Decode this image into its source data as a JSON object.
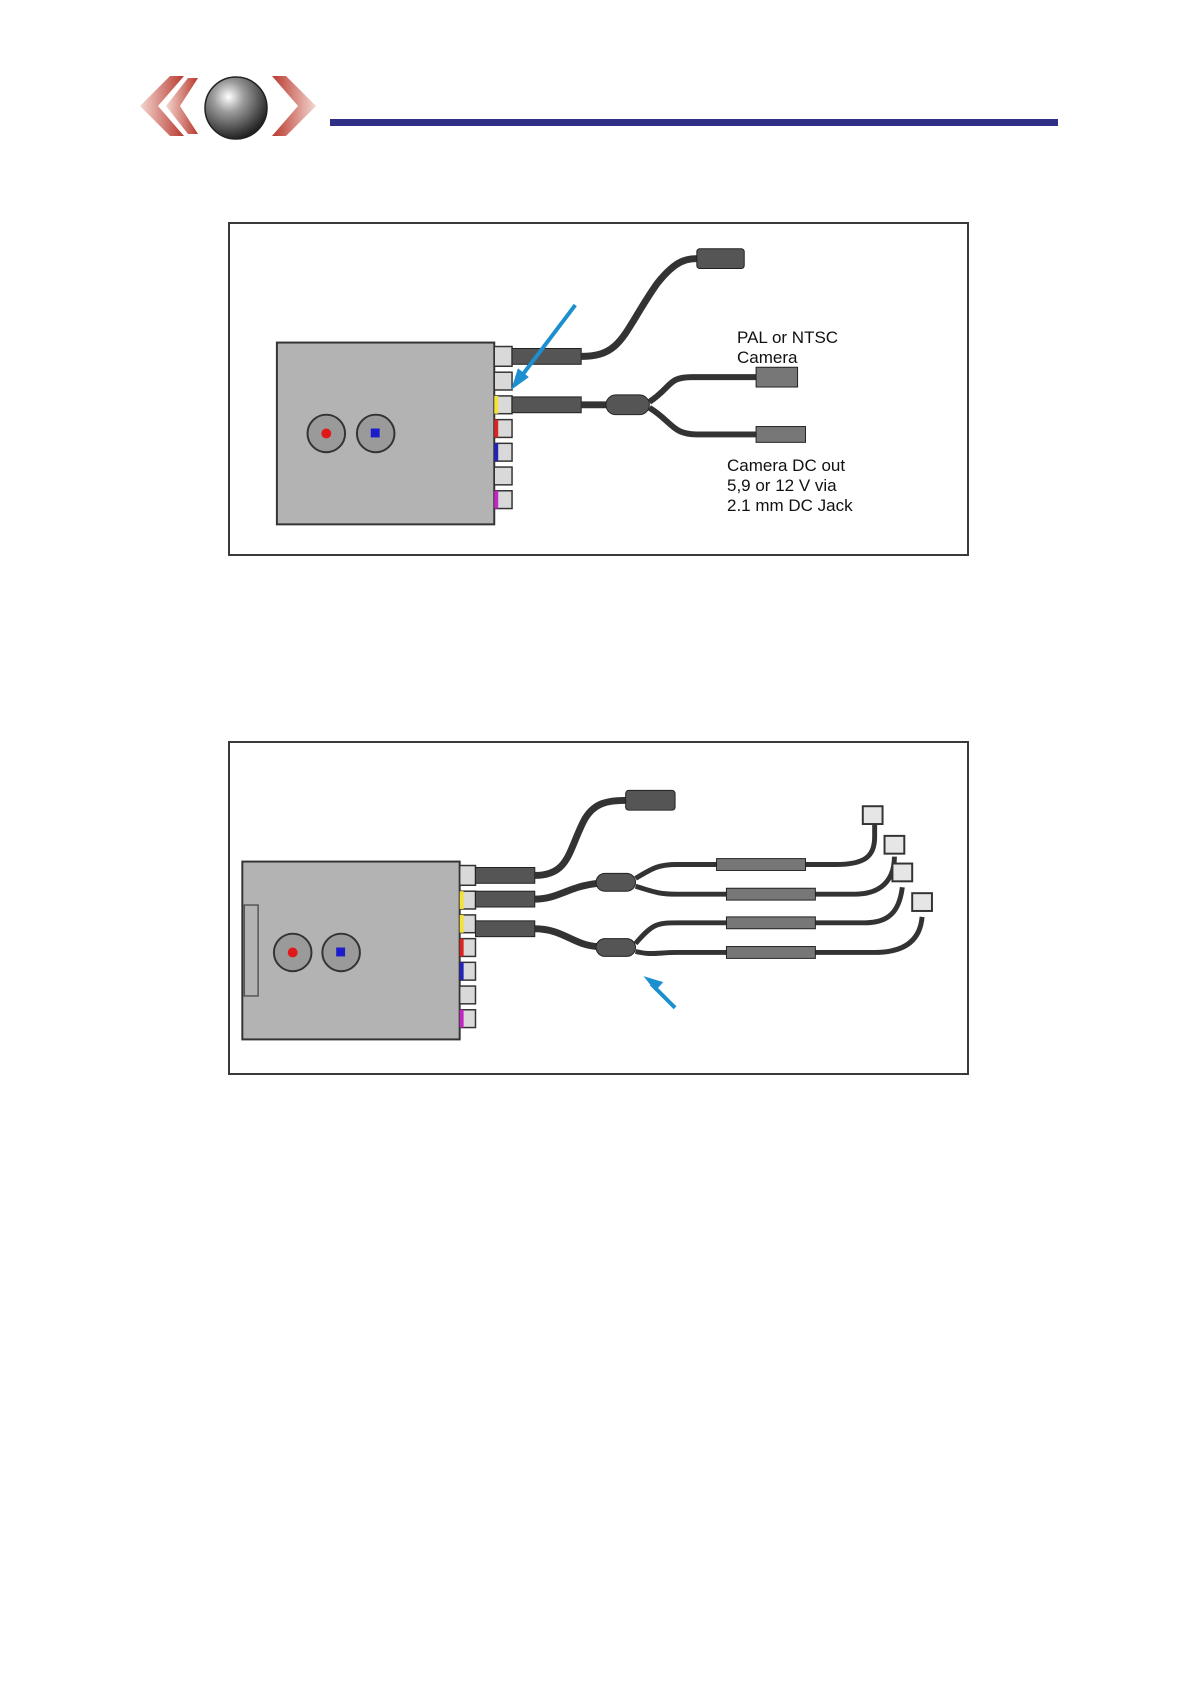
{
  "header": {
    "accent_color": "#2f2f86",
    "logo_colors": {
      "arrow": "#c2463c",
      "sphere": "#4a4a4a"
    }
  },
  "diagram_1": {
    "camera_label_line1": "PAL or NTSC",
    "camera_label_line2": "Camera",
    "dc_label_line1": "Camera DC out",
    "dc_label_line2": "5,9 or 12 V via",
    "dc_label_line3": "2.1 mm DC Jack",
    "pointer_color": "#1b8fd0"
  },
  "diagram_2": {
    "pointer_color": "#1b8fd0"
  },
  "device": {
    "body_color": "#b3b3b3",
    "left_button_dot": "#e01818",
    "right_button_dot": "#1c1ccc",
    "port_stripe_colors": [
      "#f2e23a",
      "#d92424",
      "#2323b8",
      "#c028c0"
    ]
  }
}
